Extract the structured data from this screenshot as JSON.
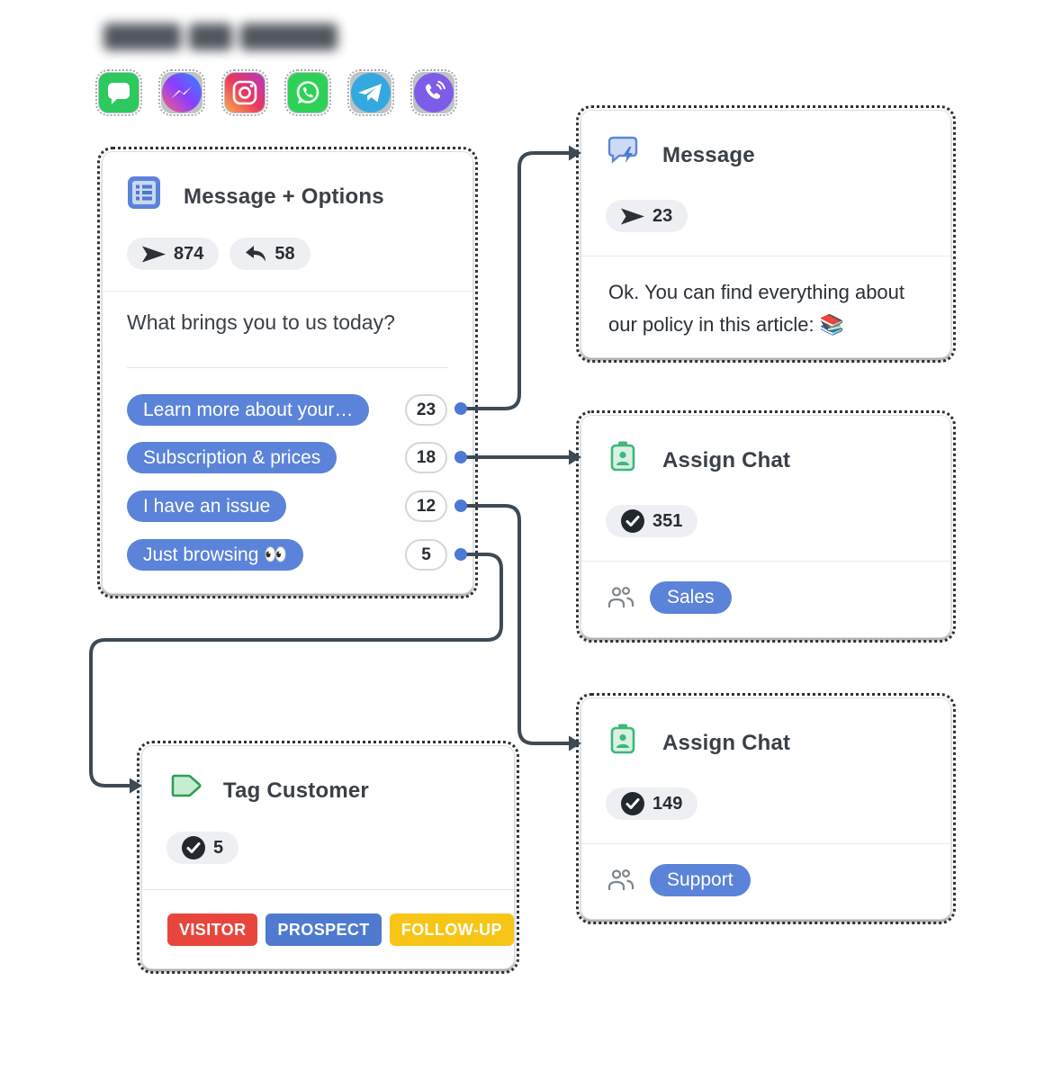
{
  "canvas": {
    "background": "#ffffff"
  },
  "header": {
    "title_redacted": true,
    "channels": [
      {
        "name": "live-chat-icon",
        "color": "#2bc95e"
      },
      {
        "name": "messenger-icon",
        "color": "#7a3bff"
      },
      {
        "name": "instagram-icon",
        "color": "#e1306c"
      },
      {
        "name": "whatsapp-icon",
        "color": "#2ed157"
      },
      {
        "name": "telegram-icon",
        "color": "#34a9e0"
      },
      {
        "name": "viber-icon",
        "color": "#7d5ce8"
      }
    ]
  },
  "nodes": {
    "message_options": {
      "title": "Message + Options",
      "stats": {
        "sent": "874",
        "replied": "58"
      },
      "question": "What brings you to us today?",
      "options": [
        {
          "label": "Learn more about your…",
          "count": "23"
        },
        {
          "label": "Subscription & prices",
          "count": "18"
        },
        {
          "label": "I have an issue",
          "count": "12"
        },
        {
          "label": "Just browsing 👀",
          "count": "5"
        }
      ]
    },
    "message": {
      "title": "Message",
      "stats": {
        "sent": "23"
      },
      "body": "Ok. You can find everything about our policy in this article: 📚"
    },
    "assign_chat_sales": {
      "title": "Assign Chat",
      "stats": {
        "completed": "351"
      },
      "team": "Sales"
    },
    "assign_chat_support": {
      "title": "Assign Chat",
      "stats": {
        "completed": "149"
      },
      "team": "Support"
    },
    "tag_customer": {
      "title": "Tag Customer",
      "stats": {
        "completed": "5"
      },
      "tags": [
        {
          "label": "VISITOR",
          "color": "#e8463c"
        },
        {
          "label": "PROSPECT",
          "color": "#4f7ad0"
        },
        {
          "label": "FOLLOW-UP",
          "color": "#f7c515"
        }
      ]
    }
  },
  "colors": {
    "accent_blue": "#5b83d9",
    "wire": "#3e4a54",
    "port": "#4d79d5",
    "stat_pill_bg": "#edeff2",
    "green": "#3cb878"
  }
}
